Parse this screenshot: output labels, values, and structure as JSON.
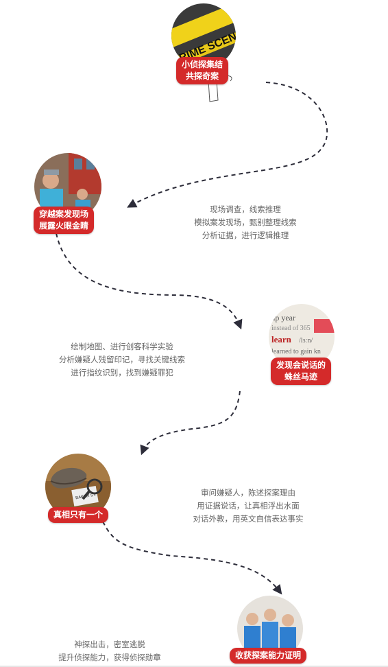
{
  "steps": [
    {
      "title_line1": "小侦探集结",
      "title_line2": "共探奇案",
      "image": "crime-scene-tape-photo"
    },
    {
      "title_line1": "穿越案发现场",
      "title_line2": "展露火眼金睛",
      "image": "street-scene-photo",
      "desc": [
        "现场调查，线索推理",
        "模拟案发现场，甄别整理线索",
        "分析证据，进行逻辑推理"
      ]
    },
    {
      "title_line1": "发现会说话的",
      "title_line2": "蛛丝马迹",
      "image": "dictionary-learn-photo",
      "desc": [
        "绘制地图、进行创客科学实验",
        "分析嫌疑人残留印记，寻找关键线索",
        "进行指纹识别，找到嫌疑罪犯"
      ]
    },
    {
      "title_line1": "真相只有一个",
      "image": "detective-hat-magnifier-photo",
      "desc": [
        "审问嫌疑人，陈述探案理由",
        "用证据说话，让真相浮出水面",
        "对话外教，用英文自信表达事实"
      ]
    },
    {
      "title_line1": "收获探案能力证明",
      "image": "kids-group-photo",
      "desc": [
        "神探出击，密室逃脱",
        "提升侦探能力，获得侦探勋章"
      ]
    }
  ],
  "colors": {
    "badge": "#d42a2a",
    "path": "#2d2d3a",
    "text": "#666666"
  }
}
